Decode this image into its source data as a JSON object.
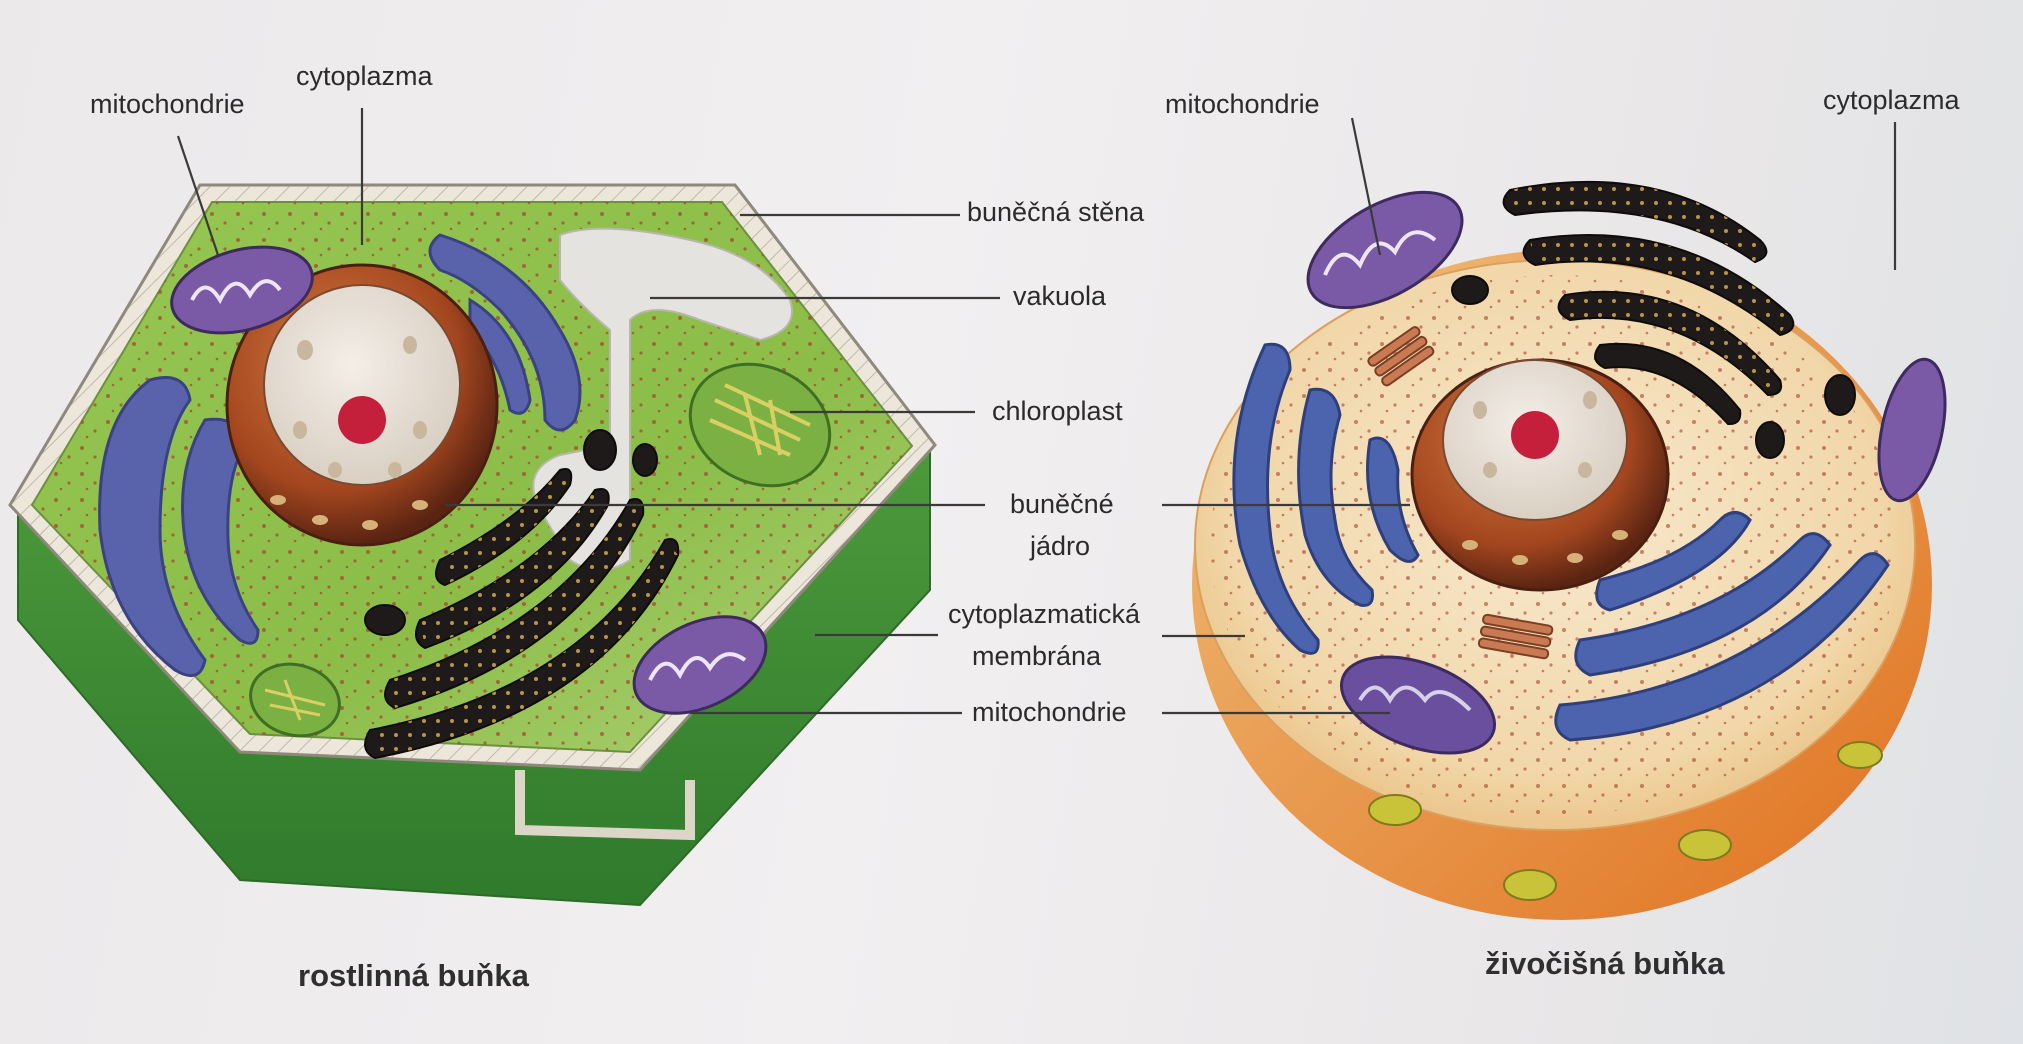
{
  "plant_cell": {
    "caption": "rostlinná buňka",
    "labels": {
      "mitochondrie_top": "mitochondrie",
      "cytoplazma": "cytoplazma",
      "bunecna_stena": "buněčná stěna",
      "vakuola": "vakuola",
      "chloroplast": "chloroplast",
      "bunecne_jadro_1": "buněčné",
      "bunecne_jadro_2": "jádro",
      "membrana_1": "cytoplazmatická",
      "membrana_2": "membrána",
      "mitochondrie_bottom": "mitochondrie"
    },
    "colors": {
      "cytoplasm": "#8cc04a",
      "wall": "#e9e3d6",
      "side": "#3f8c34"
    }
  },
  "animal_cell": {
    "caption": "živočišná buňka",
    "labels": {
      "mitochondrie": "mitochondrie",
      "cytoplazma": "cytoplazma"
    },
    "colors": {
      "cytoplasm": "#f3ddb6",
      "side": "#e4883a"
    }
  },
  "organelle_colors": {
    "nucleus": "#a94a22",
    "nucleus_inner": "#ebe4dc",
    "nucleolus": "#c41f3b",
    "er": "#5560a8",
    "golgi": "#1f1a1a",
    "mitochondria": "#7a5aa6",
    "chloroplast": "#6fa33a"
  }
}
